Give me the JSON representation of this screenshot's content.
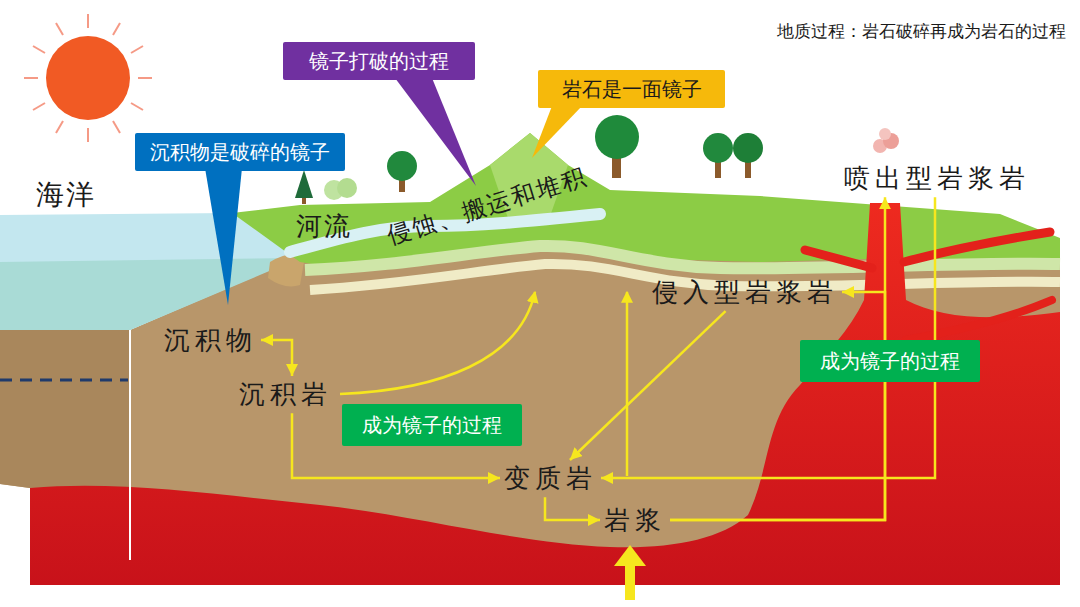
{
  "diagram": {
    "title": "地质过程：岩石破碎再成为岩石的过程",
    "nodes": [
      {
        "text": [
          "镜子打破的过程"
        ]
      },
      {
        "text": [
          "岩石是一面镜子"
        ]
      },
      {
        "text": [
          "沉积物是破碎的镜子"
        ]
      },
      {
        "text": [
          "喷出型岩浆岩"
        ]
      },
      {
        "text": [
          "侵入型岩浆岩"
        ]
      },
      {
        "text": [
          "沉积物"
        ]
      },
      {
        "text": [
          "成为镜子的过程"
        ]
      },
      {
        "text": [
          "沉积岩"
        ]
      },
      {
        "text": [
          "成为镜子的过程"
        ]
      },
      {
        "text": [
          "变质岩"
        ]
      },
      {
        "text": [
          "岩浆"
        ]
      }
    ],
    "edges": [
      {
        "from": 5,
        "to": 7,
        "arrow": "both"
      },
      {
        "from": 7,
        "to": 9,
        "arrow": "to"
      },
      {
        "from": 4,
        "to": 9,
        "arrow": "to"
      },
      {
        "from": 9,
        "to": 10,
        "arrow": "to"
      },
      {
        "from": 10,
        "to": 3,
        "arrow": "to"
      },
      {
        "from": 10,
        "to": 4,
        "arrow": "to"
      },
      {
        "from": 3,
        "to": 9,
        "arrow": "to"
      }
    ],
    "labels": [
      "海洋",
      "河流",
      "侵蚀、搬运和堆积"
    ]
  }
}
